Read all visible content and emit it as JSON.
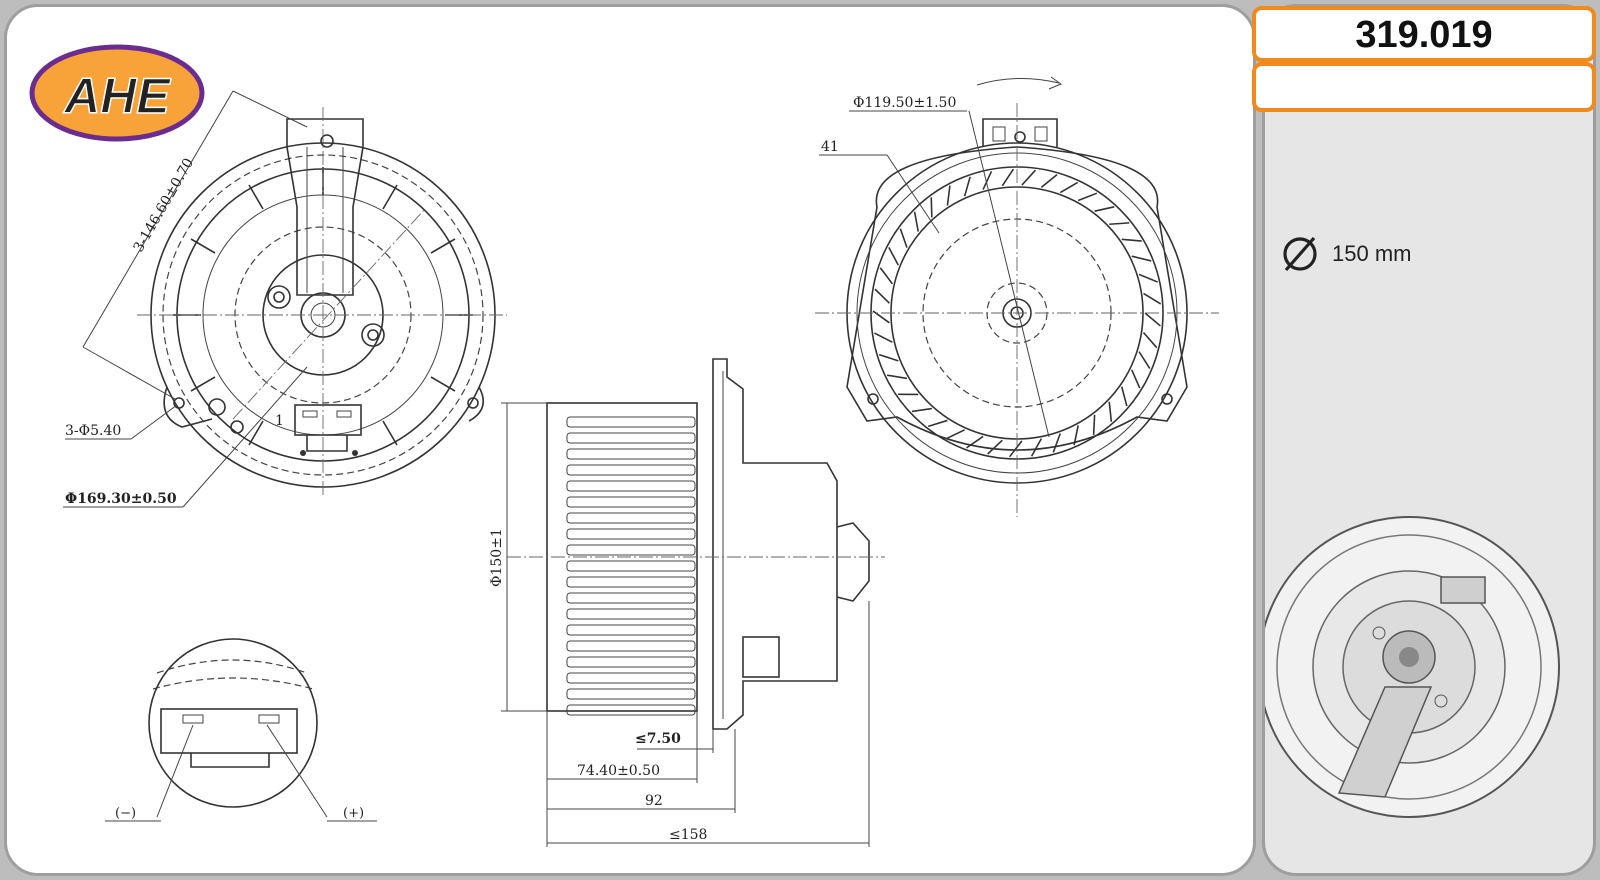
{
  "brand": {
    "logo_text": "AHE",
    "logo_fill": "#f7a33a",
    "logo_border": "#6a2c8f",
    "logo_text_color": "#5b2a86"
  },
  "part": {
    "number": "319.019",
    "line2": ""
  },
  "spec": {
    "diameter_icon": "diameter-symbol-icon",
    "diameter_value": "150 mm"
  },
  "colors": {
    "accent": "#f08a1c",
    "panel_border": "#9e9e9e",
    "side_panel": "#e6e6e6"
  },
  "dimensions": {
    "bolt_circle": "3-146.60±0.70",
    "mount_holes": "3-Φ5.40",
    "flange_diameter": "Φ169.30±0.50",
    "wheel_diameter": "Φ119.50±1.50",
    "blade_ref": "41",
    "fan_diameter": "Φ150±1",
    "offset": "≤7.50",
    "wheel_height": "74.40±0.50",
    "mid_length": "92",
    "overall_length": "≤158"
  },
  "connector": {
    "minus_label": "(−)",
    "plus_label": "(+)",
    "marker": "1"
  }
}
